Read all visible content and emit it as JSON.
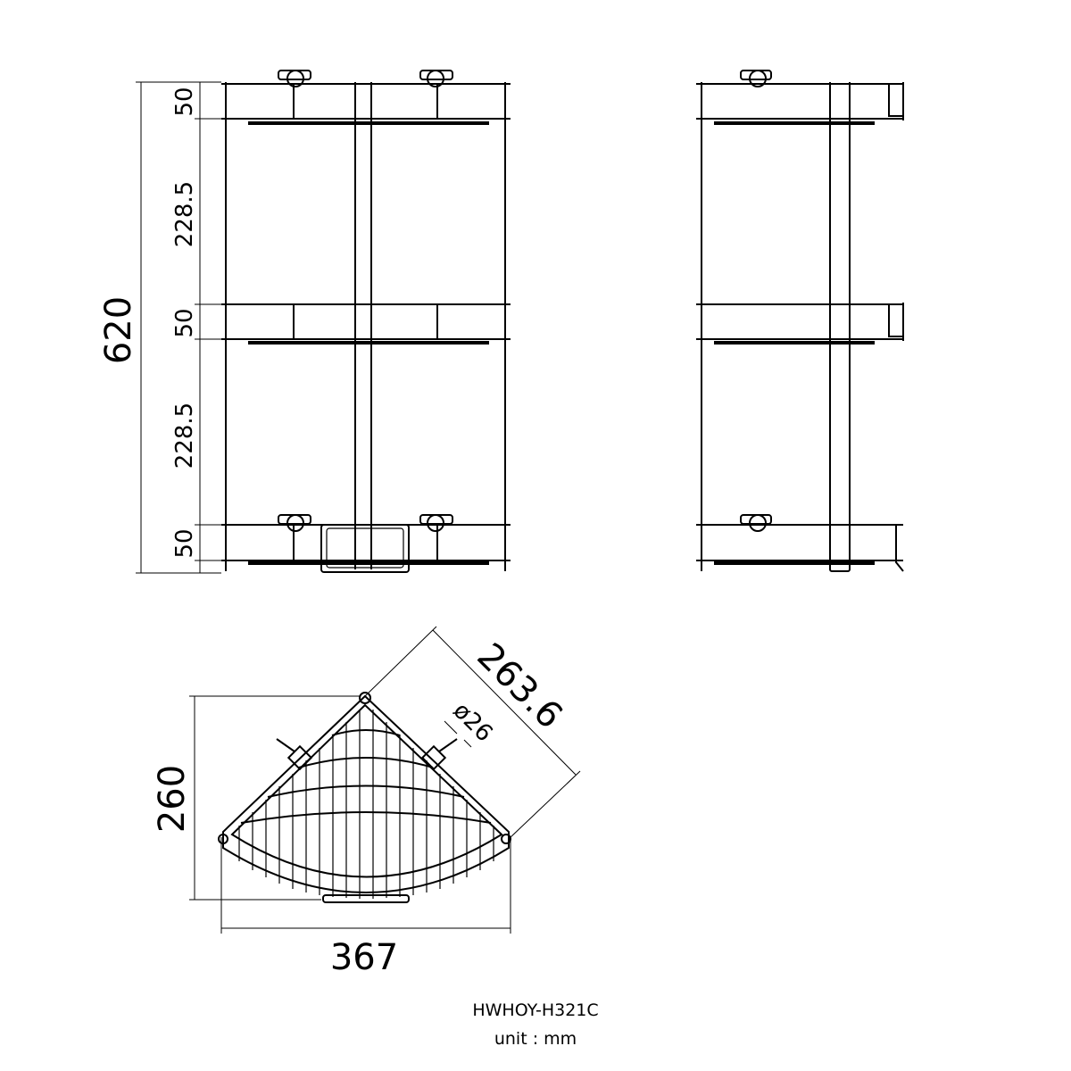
{
  "dimensions": {
    "total_height": "620",
    "shelf_height_top": "50",
    "gap_upper": "228.5",
    "shelf_height_mid": "50",
    "gap_lower": "228.5",
    "shelf_height_bottom": "50",
    "corner_side": "263.6",
    "depth": "260",
    "width": "367",
    "tube_diameter": "ø26"
  },
  "model": "HWHOY-H321C",
  "unit_label": "unit : mm"
}
